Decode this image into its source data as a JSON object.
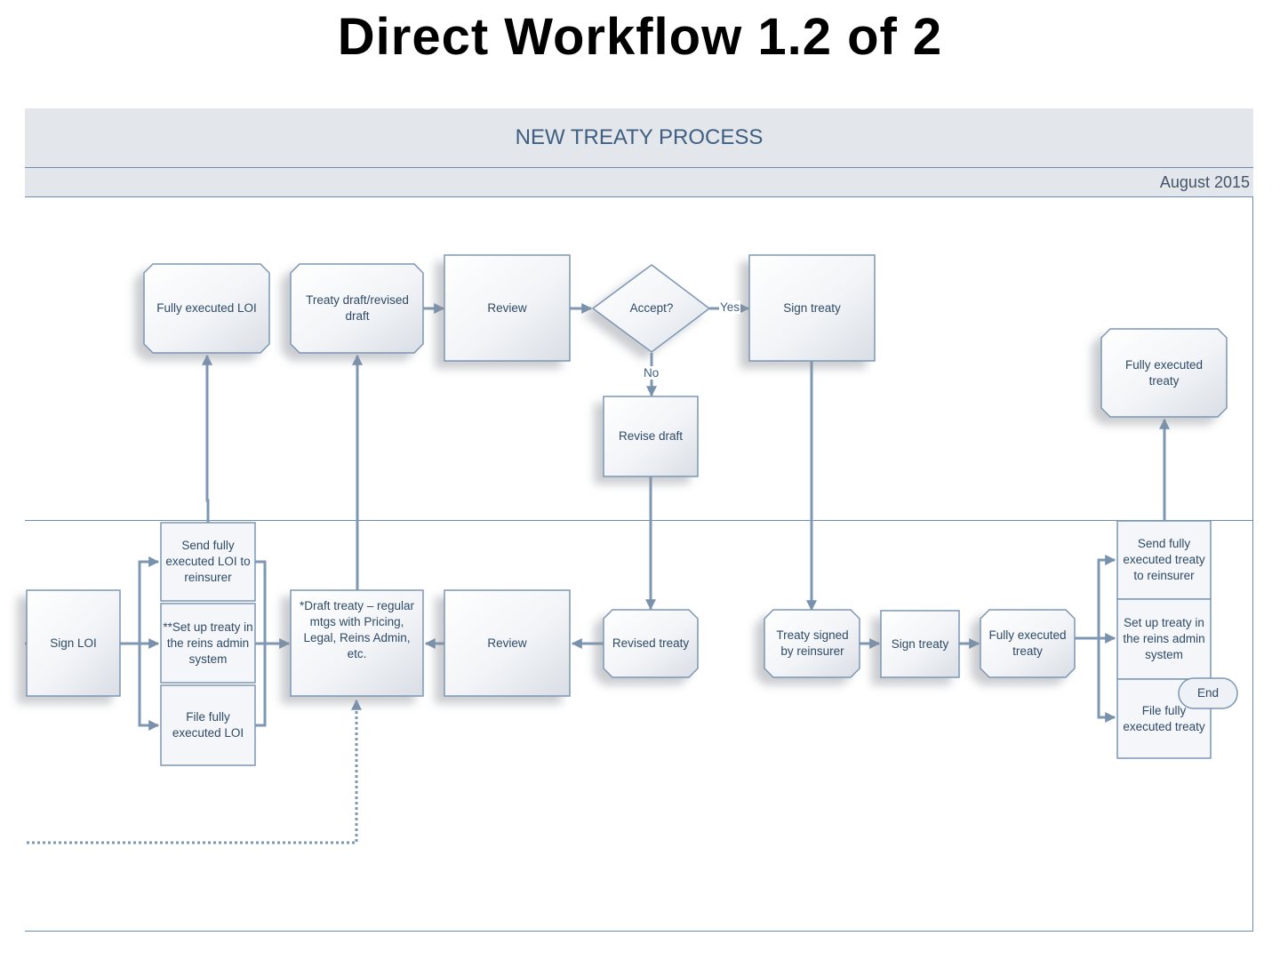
{
  "page": {
    "title": "Direct Workflow 1.2 of 2"
  },
  "header": {
    "process_title": "NEW TREATY PROCESS",
    "date": "August 2015"
  },
  "nodes": {
    "fully_executed_loi": "Fully executed LOI",
    "treaty_draft": "Treaty draft/revised draft",
    "review_top": "Review",
    "accept": "Accept?",
    "sign_treaty_top": "Sign treaty",
    "revise_draft": "Revise draft",
    "fully_executed_treaty_top": "Fully executed treaty",
    "sign_loi": "Sign LOI",
    "send_loi": "Send fully executed LOI to reinsurer",
    "setup_treaty_left": "**Set up treaty in the reins admin system",
    "file_loi": "File fully executed LOI",
    "draft_treaty": "*Draft treaty – regular mtgs with Pricing, Legal, Reins Admin, etc.",
    "review_bottom": "Review",
    "revised_treaty": "Revised treaty",
    "treaty_signed_reinsurer": "Treaty signed by reinsurer",
    "sign_treaty_bottom": "Sign treaty",
    "fully_executed_treaty_bottom": "Fully executed treaty",
    "send_treaty": "Send fully executed treaty to reinsurer",
    "setup_treaty_right": "Set up treaty in the reins admin system",
    "file_treaty": "File fully executed treaty",
    "end": "End"
  },
  "edge_labels": {
    "yes": "Yes",
    "no": "No"
  }
}
